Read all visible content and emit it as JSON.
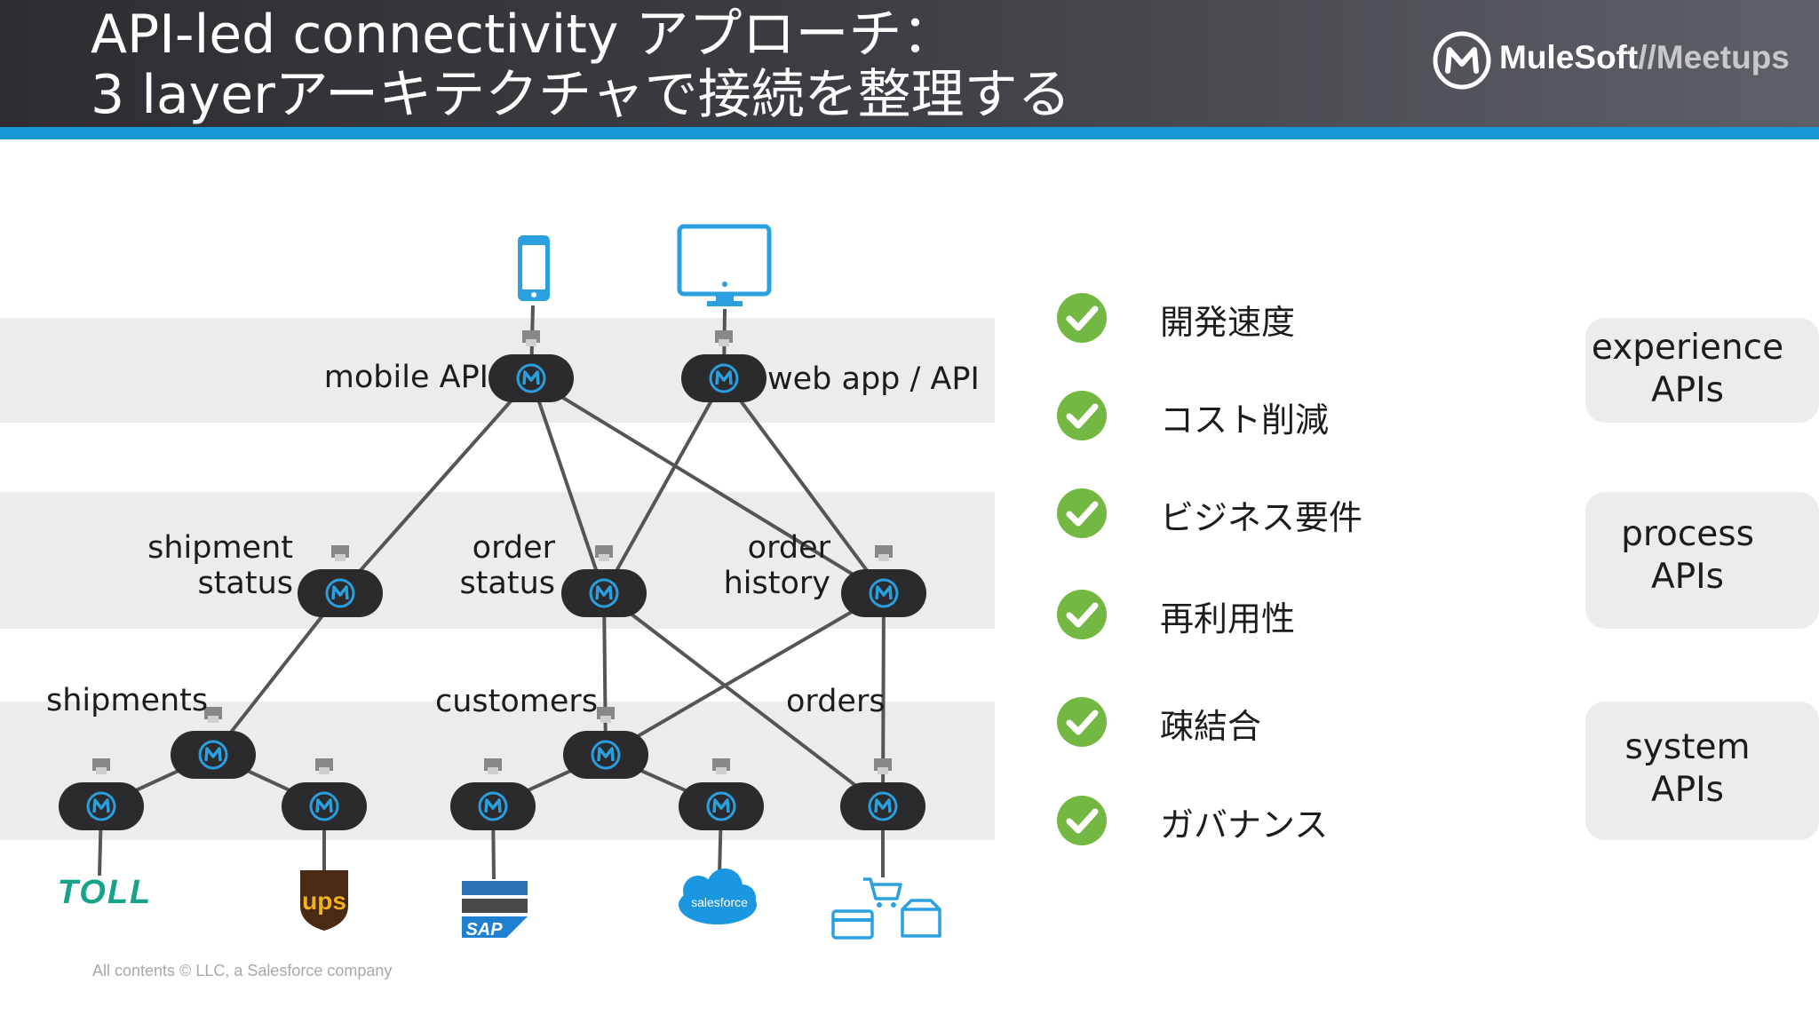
{
  "header": {
    "title_line1": "API-led connectivity アプローチ：",
    "title_line2": "3 layerアーキテクチャで接続を整理する",
    "brand": "MuleSoft",
    "brand_separator": "//",
    "brand_suffix": "Meetups"
  },
  "colors": {
    "header_dark": "#2e2e32",
    "accent_blue": "#1797d4",
    "band_gray": "#ececec",
    "node_dark": "#2b2b2e",
    "check_green": "#72b842"
  },
  "diagram": {
    "clients": [
      {
        "id": "mobile",
        "icon": "smartphone-icon"
      },
      {
        "id": "web",
        "icon": "desktop-monitor-icon"
      }
    ],
    "nodes": [
      {
        "id": "mobile-api",
        "label": [
          "mobile API"
        ],
        "layer": "experience"
      },
      {
        "id": "web-app-api",
        "label": [
          "web app / API"
        ],
        "layer": "experience"
      },
      {
        "id": "shipment-status",
        "label": [
          "shipment",
          "status"
        ],
        "layer": "process"
      },
      {
        "id": "order-status",
        "label": [
          "order",
          "status"
        ],
        "layer": "process"
      },
      {
        "id": "order-history",
        "label": [
          "order",
          "history"
        ],
        "layer": "process"
      },
      {
        "id": "shipments",
        "label": [
          "shipments"
        ],
        "layer": "system"
      },
      {
        "id": "customers",
        "label": [
          "customers"
        ],
        "layer": "system"
      },
      {
        "id": "orders",
        "label": [
          "orders"
        ],
        "layer": "system"
      },
      {
        "id": "toll-connector",
        "label": [],
        "layer": "system"
      },
      {
        "id": "ups-connector",
        "label": [],
        "layer": "system"
      },
      {
        "id": "sap-connector",
        "label": [],
        "layer": "system"
      },
      {
        "id": "salesforce-connector",
        "label": [],
        "layer": "system"
      },
      {
        "id": "commerce-connector",
        "label": [],
        "layer": "system"
      }
    ],
    "edges": [
      [
        "mobile",
        "mobile-api"
      ],
      [
        "web",
        "web-app-api"
      ],
      [
        "mobile-api",
        "shipment-status"
      ],
      [
        "mobile-api",
        "order-status"
      ],
      [
        "mobile-api",
        "order-history"
      ],
      [
        "web-app-api",
        "order-status"
      ],
      [
        "web-app-api",
        "order-history"
      ],
      [
        "shipment-status",
        "shipments"
      ],
      [
        "order-status",
        "customers"
      ],
      [
        "order-status",
        "commerce-connector"
      ],
      [
        "order-history",
        "customers"
      ],
      [
        "order-history",
        "commerce-connector"
      ],
      [
        "shipments",
        "toll-connector"
      ],
      [
        "shipments",
        "ups-connector"
      ],
      [
        "customers",
        "sap-connector"
      ],
      [
        "customers",
        "salesforce-connector"
      ],
      [
        "toll-connector",
        "toll"
      ],
      [
        "ups-connector",
        "ups"
      ],
      [
        "sap-connector",
        "sap"
      ],
      [
        "salesforce-connector",
        "salesforce"
      ],
      [
        "commerce-connector",
        "commerce"
      ]
    ],
    "systems": [
      {
        "id": "toll",
        "text": "TOLL"
      },
      {
        "id": "ups",
        "text": "ups"
      },
      {
        "id": "sap",
        "text": "SAP"
      },
      {
        "id": "salesforce",
        "text": "salesforce"
      },
      {
        "id": "commerce",
        "icon": "shopping-cart-icon"
      }
    ]
  },
  "features": [
    {
      "label": "開発速度"
    },
    {
      "label": "コスト削減"
    },
    {
      "label": "ビジネス要件"
    },
    {
      "label": "再利用性"
    },
    {
      "label": "疎結合"
    },
    {
      "label": "ガバナンス"
    }
  ],
  "layers": [
    {
      "id": "experience",
      "label_line1": "experience",
      "label_line2": "APIs"
    },
    {
      "id": "process",
      "label_line1": "process",
      "label_line2": "APIs"
    },
    {
      "id": "system",
      "label_line1": "system",
      "label_line2": "APIs"
    }
  ],
  "footer": {
    "text": "All contents © LLC, a Salesforce company"
  }
}
